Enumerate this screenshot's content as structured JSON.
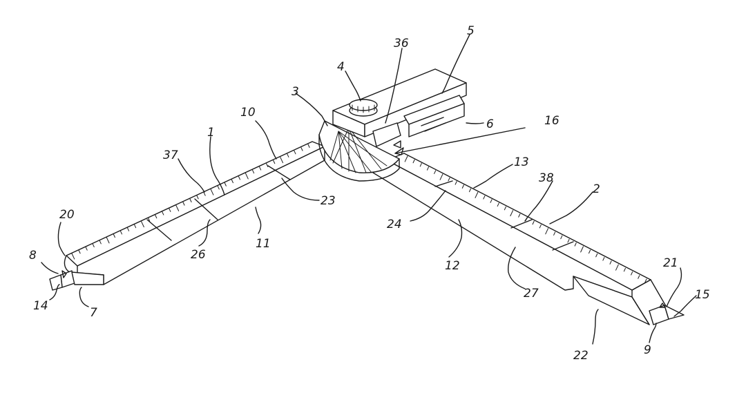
{
  "figure": {
    "reference_labels": [
      {
        "id": "l1",
        "text": "1"
      },
      {
        "id": "l2",
        "text": "2"
      },
      {
        "id": "l3",
        "text": "3"
      },
      {
        "id": "l4",
        "text": "4"
      },
      {
        "id": "l5",
        "text": "5"
      },
      {
        "id": "l6",
        "text": "6"
      },
      {
        "id": "l7",
        "text": "7"
      },
      {
        "id": "l8",
        "text": "8"
      },
      {
        "id": "l9",
        "text": "9"
      },
      {
        "id": "l10",
        "text": "10"
      },
      {
        "id": "l11",
        "text": "11"
      },
      {
        "id": "l12",
        "text": "12"
      },
      {
        "id": "l13",
        "text": "13"
      },
      {
        "id": "l14",
        "text": "14"
      },
      {
        "id": "l15",
        "text": "15"
      },
      {
        "id": "l16",
        "text": "16"
      },
      {
        "id": "l20",
        "text": "20"
      },
      {
        "id": "l21",
        "text": "21"
      },
      {
        "id": "l22",
        "text": "22"
      },
      {
        "id": "l23",
        "text": "23"
      },
      {
        "id": "l24",
        "text": "24"
      },
      {
        "id": "l26",
        "text": "26"
      },
      {
        "id": "l27",
        "text": "27"
      },
      {
        "id": "l36",
        "text": "36"
      },
      {
        "id": "l37",
        "text": "37"
      },
      {
        "id": "l38",
        "text": "38"
      }
    ]
  }
}
